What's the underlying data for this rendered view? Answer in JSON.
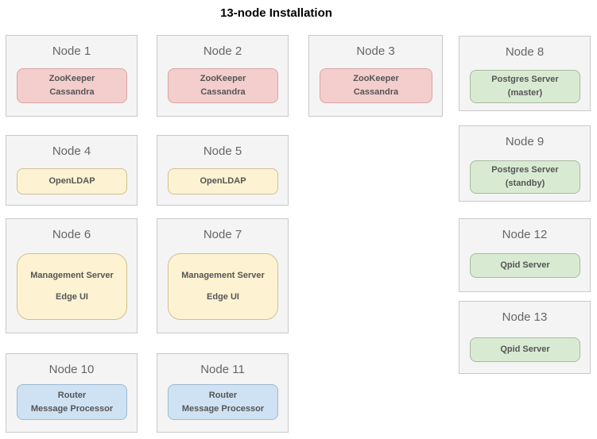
{
  "title": "13-node Installation",
  "colors": {
    "zookeeper": {
      "bg": "#f4cdcd",
      "border": "#d9a6a6"
    },
    "ldap": {
      "bg": "#fdf3d2",
      "border": "#cfc192"
    },
    "postgres": {
      "bg": "#d9ead3",
      "border": "#a9b9a1"
    },
    "router": {
      "bg": "#cfe2f3",
      "border": "#9cb9d2"
    },
    "node_bg": "#f4f4f4",
    "node_border": "#c9c9c9",
    "title_color": "#000000",
    "node_title_color": "#666666",
    "service_text_color": "#555555"
  },
  "nodes": [
    {
      "title": "Node 1",
      "type": "zookeeper",
      "services": [
        "ZooKeeper",
        "Cassandra"
      ]
    },
    {
      "title": "Node 2",
      "type": "zookeeper",
      "services": [
        "ZooKeeper",
        "Cassandra"
      ]
    },
    {
      "title": "Node 3",
      "type": "zookeeper",
      "services": [
        "ZooKeeper",
        "Cassandra"
      ]
    },
    {
      "title": "Node 4",
      "type": "ldap",
      "services": [
        "OpenLDAP"
      ]
    },
    {
      "title": "Node 5",
      "type": "ldap",
      "services": [
        "OpenLDAP"
      ]
    },
    {
      "title": "Node 6",
      "type": "ldap",
      "services": [
        "Management Server",
        "Edge UI"
      ]
    },
    {
      "title": "Node 7",
      "type": "ldap",
      "services": [
        "Management Server",
        "Edge UI"
      ]
    },
    {
      "title": "Node 8",
      "type": "postgres",
      "services": [
        "Postgres Server",
        "(master)"
      ]
    },
    {
      "title": "Node 9",
      "type": "postgres",
      "services": [
        "Postgres Server",
        "(standby)"
      ]
    },
    {
      "title": "Node 10",
      "type": "router",
      "services": [
        "Router",
        "Message Processor"
      ]
    },
    {
      "title": "Node 11",
      "type": "router",
      "services": [
        "Router",
        "Message Processor"
      ]
    },
    {
      "title": "Node 12",
      "type": "postgres",
      "services": [
        "Qpid Server"
      ]
    },
    {
      "title": "Node 13",
      "type": "postgres",
      "services": [
        "Qpid Server"
      ]
    }
  ]
}
